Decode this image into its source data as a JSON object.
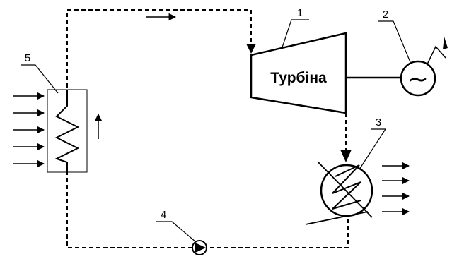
{
  "labels": {
    "turbine_number": "1",
    "generator_number": "2",
    "condenser_number": "3",
    "pump_number": "4",
    "heater_number": "5",
    "turbine_text": "Турбіна",
    "generator_symbol": "~"
  },
  "colors": {
    "line": "#000000",
    "background": "#ffffff"
  }
}
